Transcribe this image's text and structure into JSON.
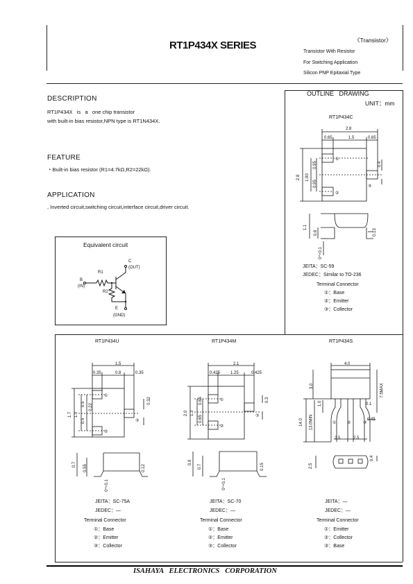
{
  "header": {
    "title": "RT1P434X SERIES",
    "category": "〈Transistor〉",
    "desc_lines": [
      "Transistor With Resistor",
      "For Switching Application",
      "Silicon PNP Epitaxial Type"
    ]
  },
  "description": {
    "heading": "DESCRIPTION",
    "line1": "RT1P434X   is   a   one chip transistor",
    "line2": "with built-in bias resistor,NPN type is RT1N434X."
  },
  "feature": {
    "heading": "FEATURE",
    "text": "・Built-in bias resistor (R1=4.7kΩ,R2=22kΩ)."
  },
  "application": {
    "heading": "APPLICATION",
    "text": ", Inverted circuit,switching circuit,interface circuit,driver circuit."
  },
  "equivalent": {
    "title": "Equivalent circuit",
    "c": "C",
    "c_sub": "(OUT)",
    "b": "B",
    "b_sub": "(IN)",
    "e": "E",
    "e_sub": "(GND)",
    "r1": "R1",
    "r2": "R2"
  },
  "outline": {
    "heading": "OUTLINE   DRAWING",
    "unit": "UNIT：mm",
    "c_name": "RT1P434C",
    "c_dims": {
      "w": "2.8",
      "a": "0.65",
      "b": "1.5",
      "c": "0.65",
      "h": "2.8",
      "p": "1.90",
      "q1": "0.95",
      "q2": "0.95",
      "pin": "0.4",
      "t1": "1.1",
      "t2": "0.8",
      "t3": "0.13",
      "t4": "0〜0.1"
    },
    "c_jeita": "JEITA：SC-59",
    "c_jedec": "JEDEC：Similar to TO-236",
    "c_term_title": "Terminal Connector",
    "c_terms": [
      "①：Base",
      "②：Emitter",
      "③：Collector"
    ],
    "u_name": "RT1P434U",
    "u_dims": {
      "w": "1.5",
      "a": "0.35",
      "b": "0.8",
      "c": "0.35",
      "h": "1.7",
      "p": "1.0",
      "q1": "0.5",
      "q2": "0.5",
      "r": "0.22",
      "pin": "0.32",
      "t1": "0.7",
      "t2": "0.55",
      "t3": "0.12",
      "t4": "0〜0.1"
    },
    "u_jeita": "JEITA：SC-75A",
    "u_jedec": "JEDEC：―",
    "u_term_title": "Terminal Connector",
    "u_terms": [
      "①：Base",
      "②：Emitter",
      "③：Collector"
    ],
    "m_name": "RT1P434M",
    "m_dims": {
      "w": "2.1",
      "a": "0.425",
      "b": "1.25",
      "c": "0.425",
      "h": "2.0",
      "p": "1.3",
      "q1": "0.65",
      "q2": "0.65",
      "pin": "0.3",
      "t1": "0.9",
      "t2": "0.7",
      "t3": "0.15",
      "t4": "0〜0.1"
    },
    "m_jeita": "JEITA：SC-70",
    "m_jedec": "JEDEC：―",
    "m_term_title": "Terminal Connector",
    "m_terms": [
      "①：Base",
      "②：Emitter",
      "③：Collector"
    ],
    "s_name": "RT1P434S",
    "s_dims": {
      "w": "4.0",
      "h1": "3.0",
      "h2": "7.5MAX",
      "a": "1.0",
      "b": "0.1",
      "c": "14.0",
      "d": "13.0MIN",
      "e": "0.45",
      "f": "2.5",
      "g": "2.5",
      "t1": "2.5",
      "t2": "0.4"
    },
    "s_jeita": "JEITA：―",
    "s_jedec": "JEDEC：―",
    "s_term_title": "Terminal Connector",
    "s_terms": [
      "①：Emitter",
      "②：Collector",
      "③：Base"
    ]
  },
  "footer": {
    "company": "ISAHAYA   ELECTRONICS   CORPORATION"
  }
}
